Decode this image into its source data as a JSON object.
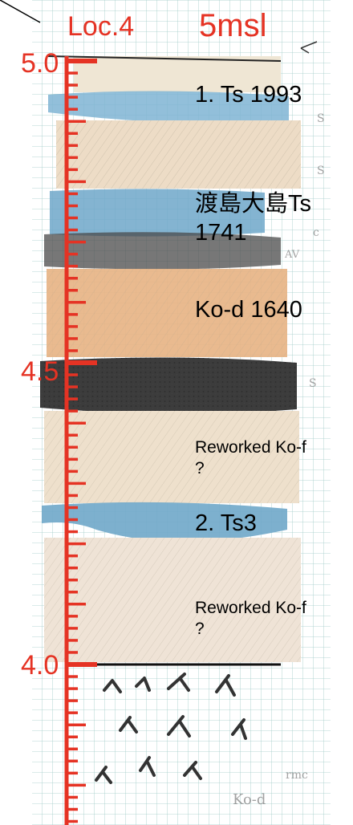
{
  "header": {
    "location": "Loc.4",
    "elevation": "5msl"
  },
  "depth_ticks": [
    {
      "label": "5.0",
      "value": 5.0
    },
    {
      "label": "4.5",
      "value": 4.5
    },
    {
      "label": "4.0",
      "value": 4.0
    }
  ],
  "layers": [
    {
      "label": "1. Ts 1993"
    },
    {
      "label": "渡島大島Ts 1741"
    },
    {
      "label": "Ko-d 1640"
    },
    {
      "label": "Reworked Ko-f ?"
    },
    {
      "label": "2. Ts3"
    },
    {
      "label": "Reworked Ko-f ?"
    }
  ],
  "pencil_notes": [
    "S",
    "S",
    "c",
    "AV",
    "S",
    "Ko-d",
    "rmc"
  ],
  "colors": {
    "accent": "#e53324",
    "grid": "#8fc3c0",
    "tephra": "#6fa7c9",
    "ko_d": "#e7b283",
    "scoria": "#3c3c3c"
  }
}
